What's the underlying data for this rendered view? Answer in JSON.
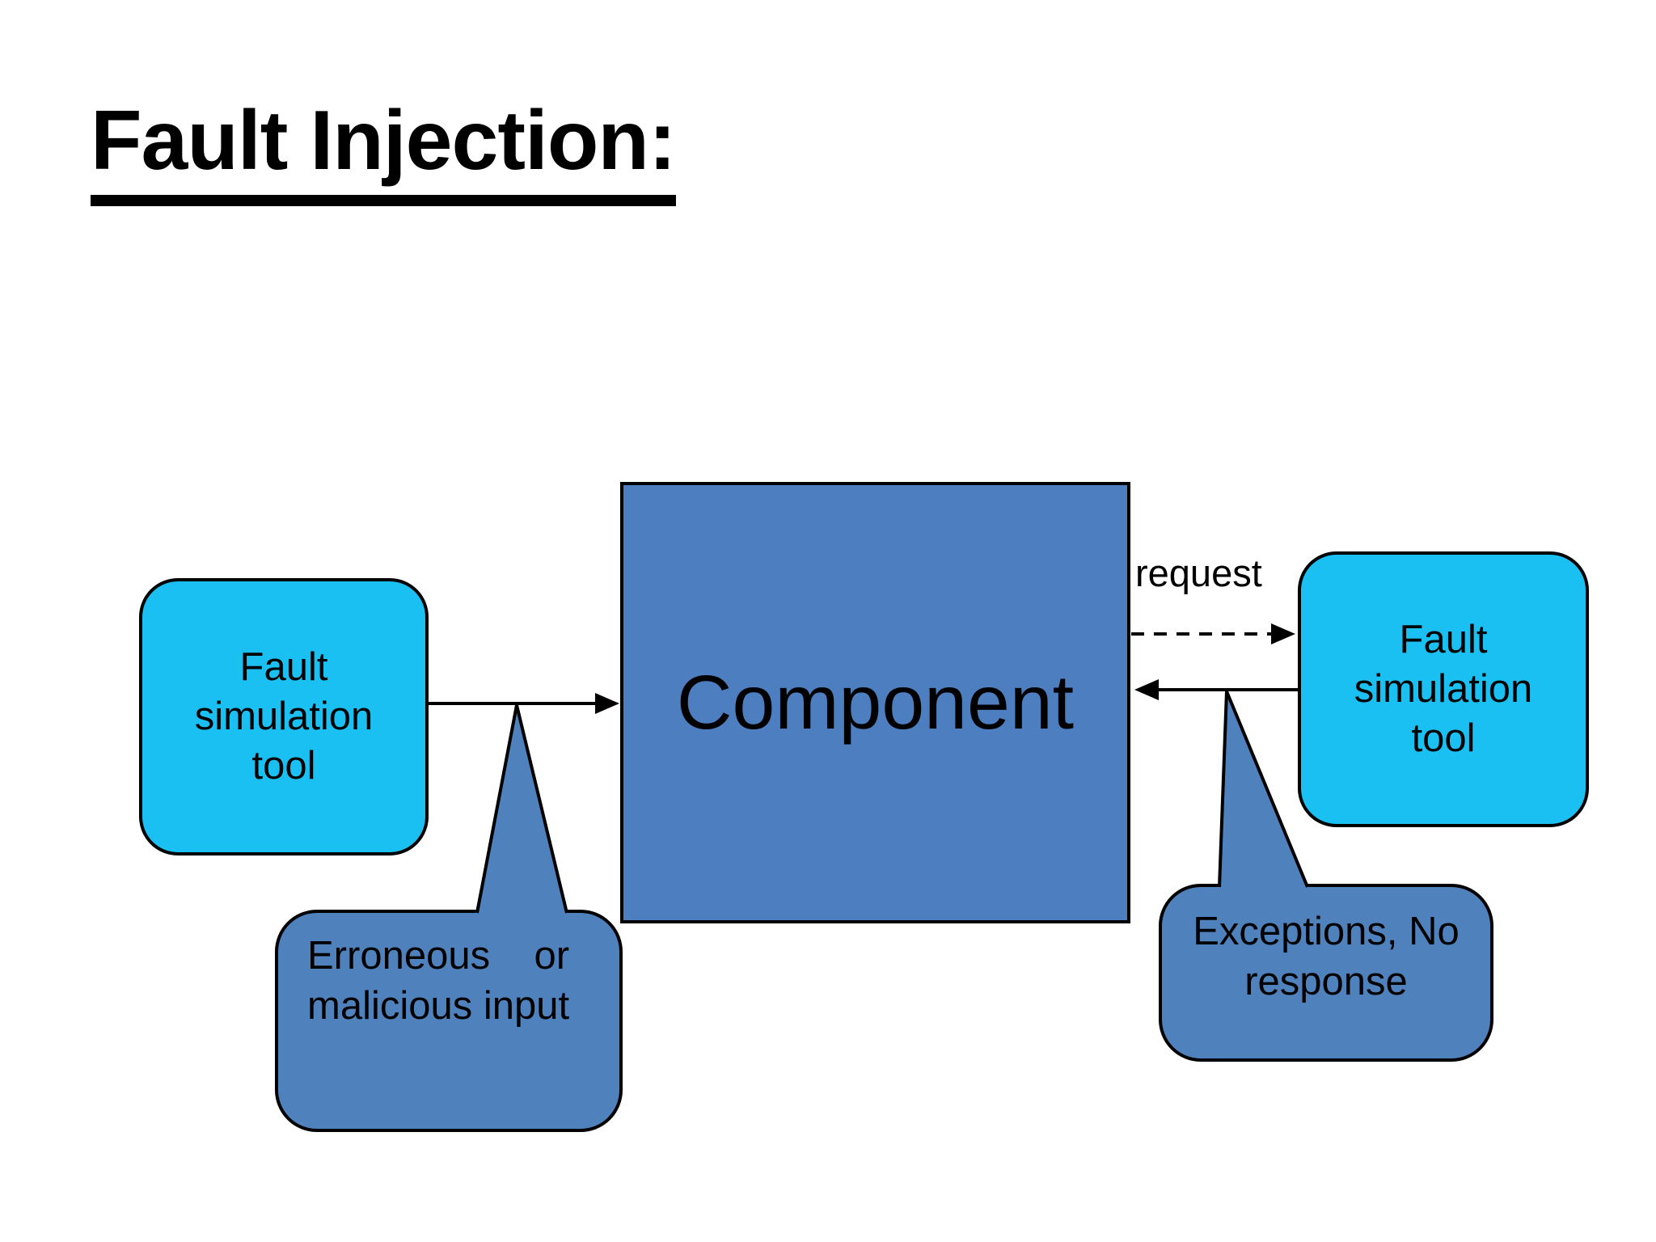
{
  "title": "Fault Injection:",
  "diagram": {
    "component": {
      "label": "Component"
    },
    "left_tool": {
      "label_lines": [
        "Fault",
        "simulation",
        "tool"
      ]
    },
    "right_tool": {
      "label_lines": [
        "Fault",
        "simulation",
        "tool"
      ]
    },
    "request_label": "request",
    "left_callout": {
      "lines": [
        "Erroneous    or",
        "malicious input"
      ]
    },
    "right_callout": {
      "lines": [
        "Exceptions, No",
        "response"
      ]
    }
  },
  "colors": {
    "component_fill": "#4c7ec0",
    "tool_fill": "#1bc0f2",
    "callout_fill": "#4f81bd",
    "stroke": "#000000",
    "background": "#ffffff",
    "text": "#000000"
  }
}
